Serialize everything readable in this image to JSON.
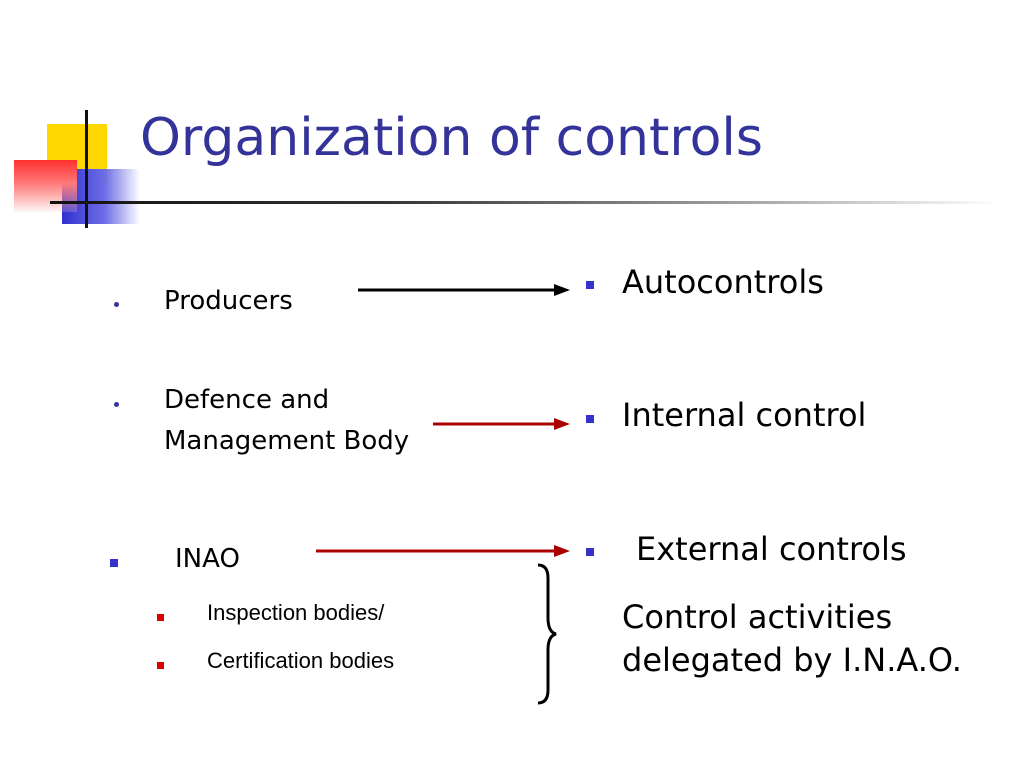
{
  "title": "Organization of controls",
  "left": {
    "producers": "Producers",
    "defence_line1": "Defence and",
    "defence_line2": "Management Body",
    "inao": "INAO",
    "sub_items": [
      "Inspection bodies/",
      "Certification bodies"
    ]
  },
  "right": {
    "autocontrols": "Autocontrols",
    "internal": "Internal control",
    "external": "External controls",
    "delegated_line1": "Control activities",
    "delegated_line2": "delegated by I.N.A.O."
  },
  "colors": {
    "title": "#333399",
    "black_arrow": "#000000",
    "red_arrow": "#aa0000",
    "bullet_blue": "#3333cc",
    "bullet_red": "#dd0000"
  }
}
